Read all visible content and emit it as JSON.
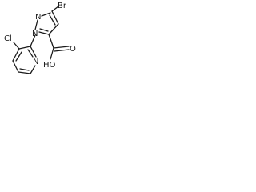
{
  "molecule": {
    "atoms": {
      "br": "Br",
      "n_upper": "N",
      "n_lower": "N",
      "n_pyridine": "N",
      "cl": "Cl",
      "oh": "HO",
      "o": "O"
    }
  }
}
